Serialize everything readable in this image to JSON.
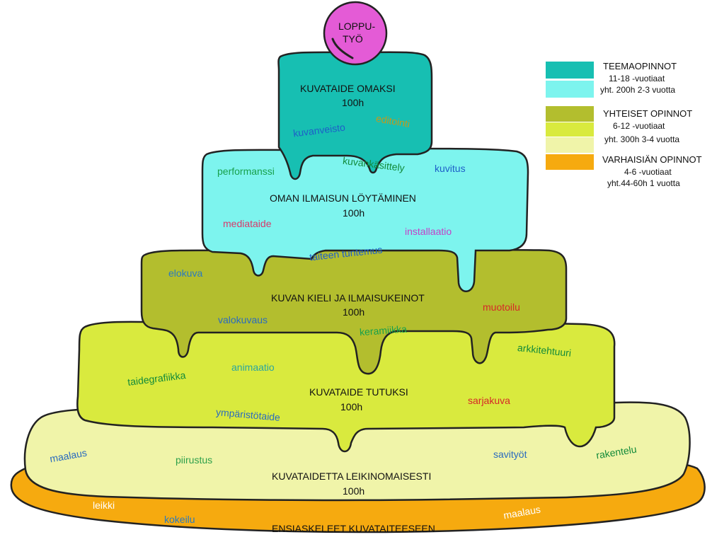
{
  "cap": {
    "line1": "LOPPU-",
    "line2": "TYÖ",
    "color": "#e45bd6"
  },
  "tiers": {
    "t1": {
      "title": "KUVATAIDE OMAKSI",
      "hours": "100h",
      "color": "#17bfb2"
    },
    "t2": {
      "title": "OMAN ILMAISUN LÖYTÄMINEN",
      "hours": "100h",
      "color": "#7df4ee"
    },
    "t3": {
      "title": "KUVAN KIELI JA ILMAISUKEINOT",
      "hours": "100h",
      "color": "#b3be2e"
    },
    "t4": {
      "title": "KUVATAIDE TUTUKSI",
      "hours": "100h",
      "color": "#d9ea3e"
    },
    "t5": {
      "title": "KUVATAIDETTA LEIKINOMAISESTI",
      "hours": "100h",
      "color": "#f0f4a9"
    },
    "base": {
      "title": "ENSIASKELEET KUVATAITEESEEN",
      "color": "#f6aa0f"
    }
  },
  "keywords": {
    "kuvanveisto": "kuvanveisto",
    "editointi": "editointi",
    "performanssi": "performanssi",
    "kuvankasittely": "kuvankäsittely",
    "kuvitus": "kuvitus",
    "mediataide": "mediataide",
    "installaatio": "installaatio",
    "taiteen_tuntemus": "taiteen tuntemus",
    "elokuva": "elokuva",
    "muotoilu": "muotoilu",
    "valokuvaus": "valokuvaus",
    "keramiikka": "keramiikka",
    "arkkitehtuuri": "arkkitehtuuri",
    "taidegrafiikka": "taidegrafiikka",
    "animaatio": "animaatio",
    "sarjakuva": "sarjakuva",
    "ymparistotaide": "ympäristötaide",
    "maalaus": "maalaus",
    "piirustus": "piirustus",
    "savityot": "savityöt",
    "rakentelu": "rakentelu",
    "leikki": "leikki",
    "kokeilu": "kokeilu",
    "maalaus_base": "maalaus"
  },
  "legend": {
    "teema": {
      "title": "TEEMAOPINNOT",
      "ages": "11-18 -vuotiaat",
      "scope": "yht. 200h 2-3 vuotta",
      "colors": [
        "#17bfb2",
        "#7df4ee"
      ]
    },
    "yhteiset": {
      "title": "YHTEISET OPINNOT",
      "ages": "6-12 -vuotiaat",
      "scope": "yht. 300h 3-4 vuotta",
      "colors": [
        "#b3be2e",
        "#d9ea3e",
        "#f0f4a9"
      ]
    },
    "varhais": {
      "title": "VARHAISIÄN OPINNOT",
      "ages": "4-6 -vuotiaat",
      "scope": "yht.44-60h 1 vuotta",
      "colors": [
        "#f6aa0f"
      ]
    }
  }
}
